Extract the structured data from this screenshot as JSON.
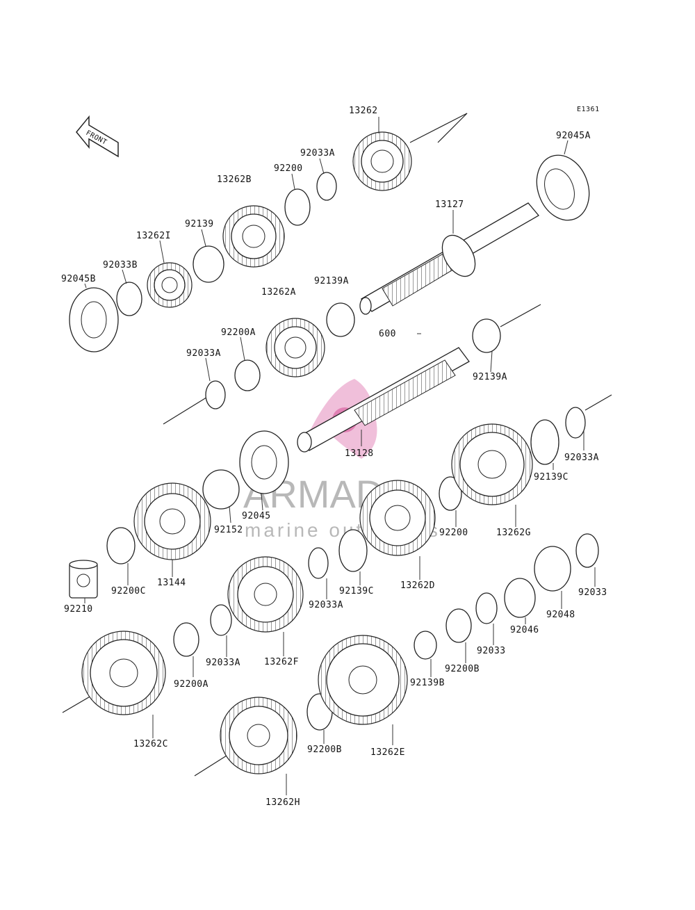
{
  "diagram_code": "E1361",
  "front_label": "FRONT",
  "watermark": {
    "name": "ARMADA",
    "tagline": "marine outboards",
    "color": "#d64f95"
  },
  "parts": {
    "p13262": "13262",
    "p92045A": "92045A",
    "p92033A_top": "92033A",
    "p92200_top": "92200",
    "p13262B": "13262B",
    "p13127": "13127",
    "p92139": "92139",
    "p13262I": "13262I",
    "p92033B": "92033B",
    "p92045B": "92045B",
    "p92139A_upper": "92139A",
    "p13262A": "13262A",
    "p600": "600",
    "p92200A_mid": "92200A",
    "p92033A_mid": "92033A",
    "p92139A_right": "92139A",
    "p13128": "13128",
    "p92033A_right": "92033A",
    "p92139C_right": "92139C",
    "p92045": "92045",
    "p92152": "92152",
    "p92200_right": "92200",
    "p13262G": "13262G",
    "p92210": "92210",
    "p92200C": "92200C",
    "p13144": "13144",
    "p92033A_lower": "92033A",
    "p92139C_lower": "92139C",
    "p13262D": "13262D",
    "p92033": "92033",
    "p92048": "92048",
    "p92046": "92046",
    "p92033_b": "92033",
    "p92200B_right": "92200B",
    "p92139B": "92139B",
    "p92033A_bottom": "92033A",
    "p13262F": "13262F",
    "p92200A_bottom": "92200A",
    "p13262C": "13262C",
    "p92200B_bottom": "92200B",
    "p13262E": "13262E",
    "p13262H": "13262H"
  }
}
